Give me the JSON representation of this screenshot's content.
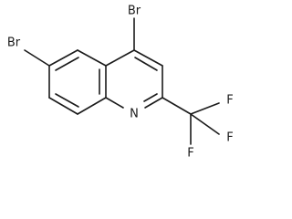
{
  "molecule": {
    "atoms": {
      "br4": "Br",
      "br6": "Br",
      "n1": "N",
      "f_top": "F",
      "f_right": "F",
      "f_bottom": "F"
    }
  }
}
